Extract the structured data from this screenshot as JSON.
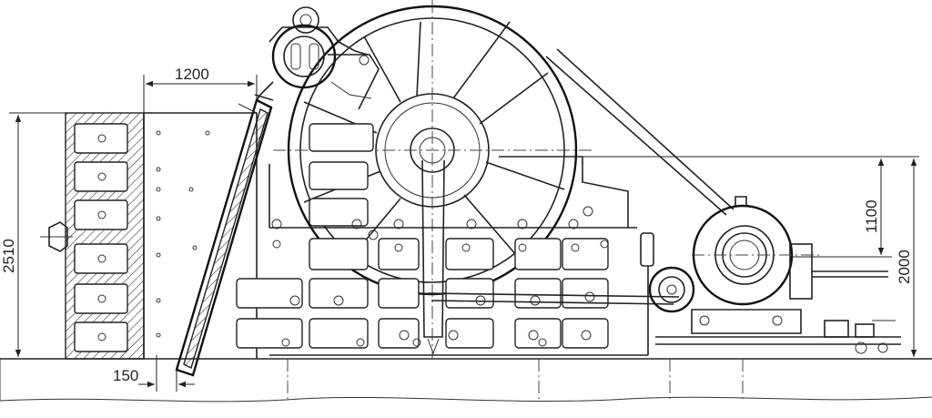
{
  "diagram": {
    "dimensions": {
      "width_top": "1200",
      "height_left": "2510",
      "height_right_upper": "1100",
      "height_right_total": "2000",
      "gap_bottom": "150"
    }
  }
}
